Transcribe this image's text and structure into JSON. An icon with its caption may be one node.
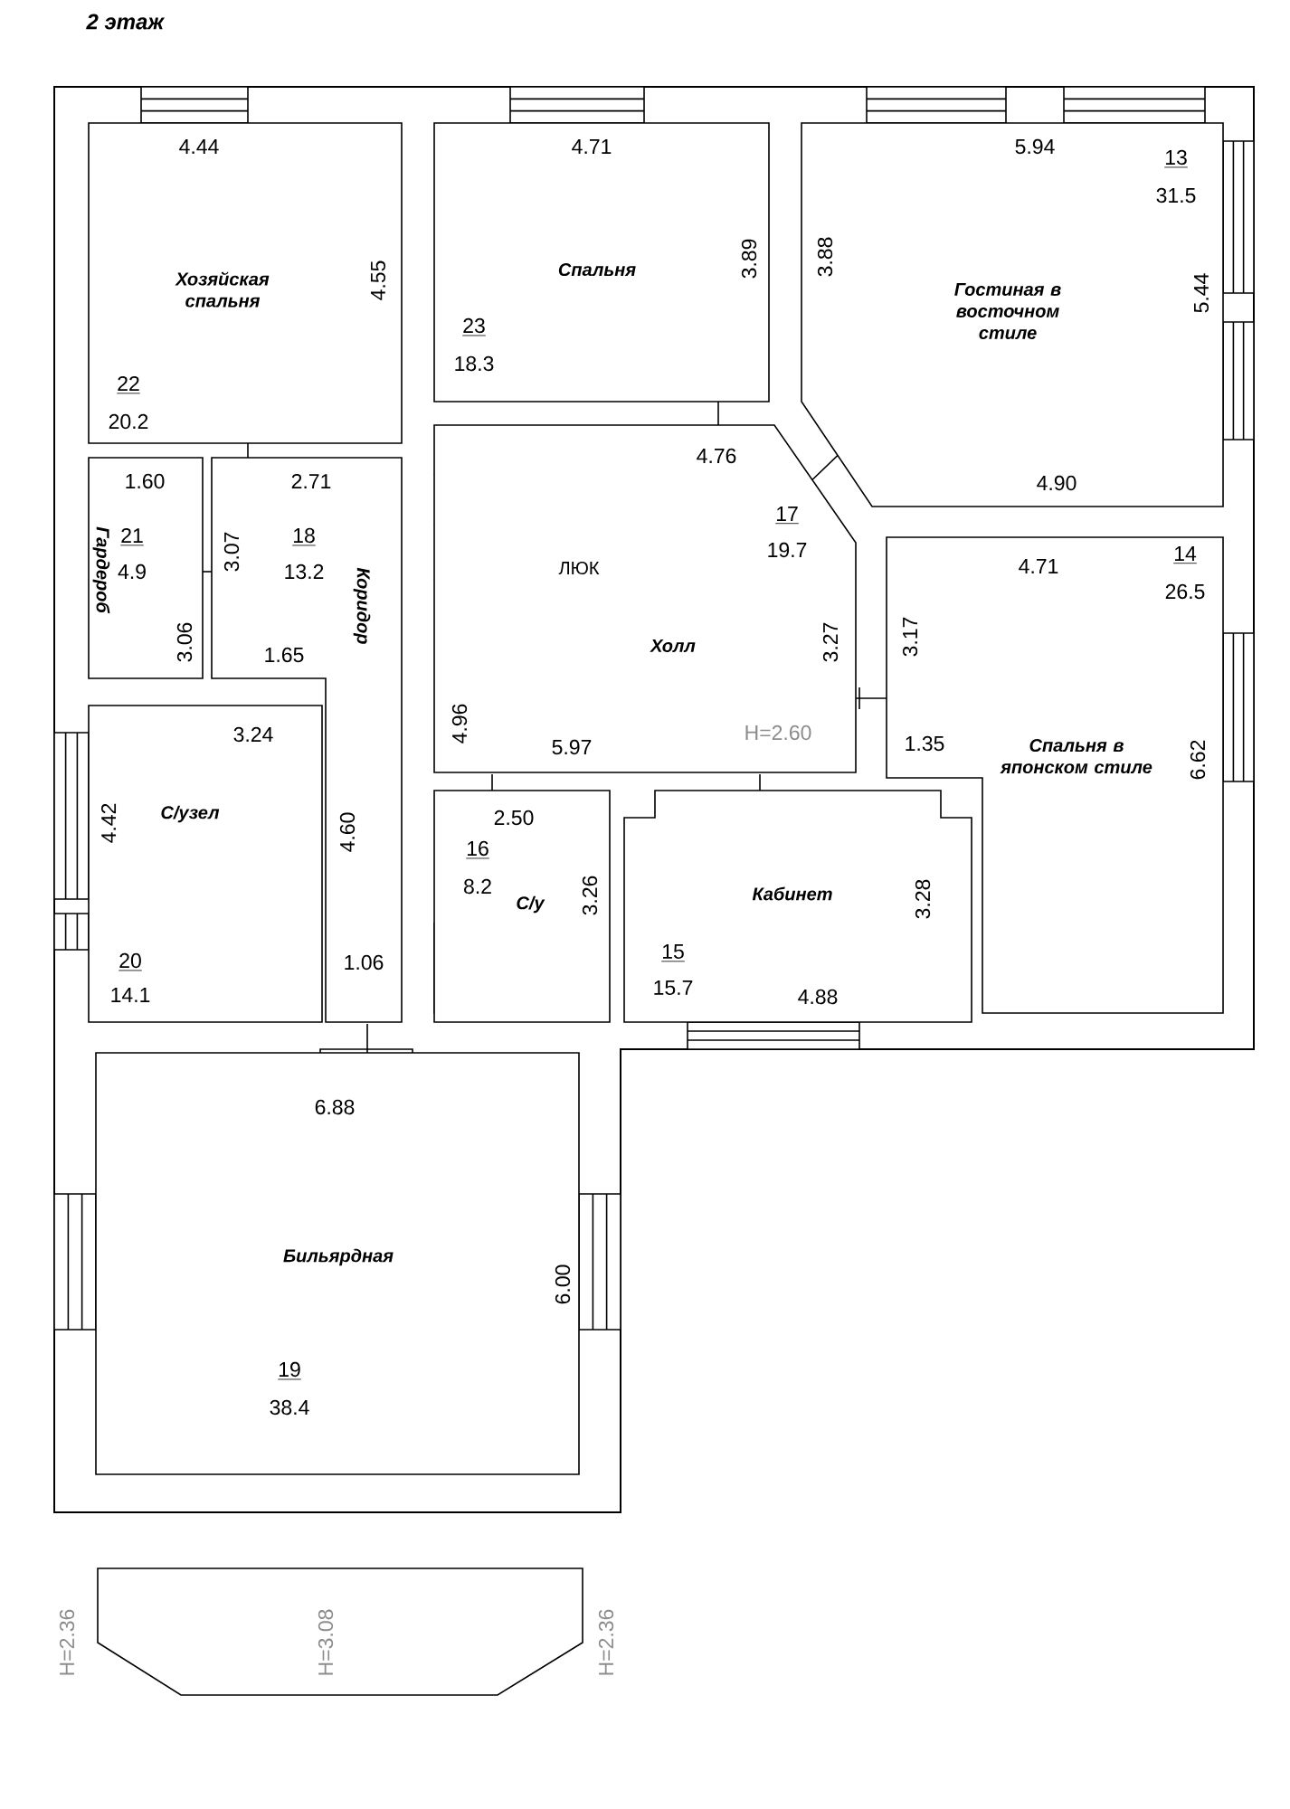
{
  "diagram": {
    "title": "2 этаж",
    "nodes": [
      {
        "text": [
          "Хозяйская спальня",
          "22",
          "20.2",
          "4.44",
          "4.55"
        ]
      },
      {
        "text": [
          "Спальня",
          "23",
          "18.3",
          "4.71",
          "3.89"
        ]
      },
      {
        "text": [
          "Гостиная в восточном стиле",
          "13",
          "31.5",
          "5.94",
          "3.88",
          "5.44",
          "4.90"
        ]
      },
      {
        "text": [
          "Гардероб",
          "21",
          "4.9",
          "1.60",
          "3.06"
        ]
      },
      {
        "text": [
          "Коридор",
          "18",
          "13.2",
          "2.71",
          "3.07",
          "1.65",
          "4.60",
          "1.06"
        ]
      },
      {
        "text": [
          "Холл",
          "17",
          "19.7",
          "4.76",
          "3.27",
          "4.96",
          "5.97",
          "H=2.60"
        ]
      },
      {
        "text": [
          "С/узел",
          "20",
          "14.1",
          "3.24",
          "4.42"
        ]
      },
      {
        "text": [
          "С/у",
          "16",
          "8.2",
          "2.50",
          "3.26"
        ]
      },
      {
        "text": [
          "Кабинет",
          "15",
          "15.7",
          "4.88",
          "3.28"
        ]
      },
      {
        "text": [
          "Спальня в японском стиле",
          "14",
          "26.5",
          "4.71",
          "3.17",
          "1.35",
          "6.62"
        ]
      },
      {
        "text": [
          "Бильярдная",
          "19",
          "38.4",
          "6.88",
          "6.00"
        ]
      },
      {
        "text": [
          "H=2.36",
          "H=3.08",
          "H=2.36"
        ]
      }
    ],
    "labels": [
      "ЛЮК"
    ]
  }
}
